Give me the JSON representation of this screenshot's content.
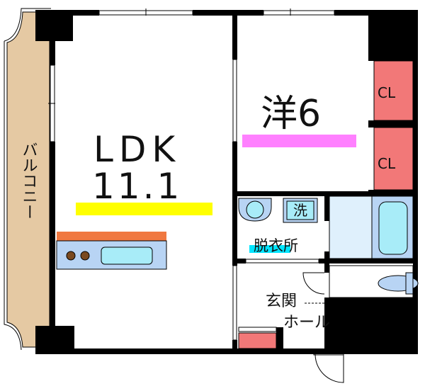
{
  "plan": {
    "balcony": {
      "label": "バルコニー"
    },
    "ldk": {
      "label": "LDK",
      "size": "11.1",
      "marker_color": "#ffff00"
    },
    "western_room": {
      "label": "洋6",
      "marker_color": "#ff80ff"
    },
    "closets": [
      {
        "label": "CL"
      },
      {
        "label": "CL"
      }
    ],
    "washing_machine": {
      "label": "洗"
    },
    "dressing_room": {
      "label": "脱衣所",
      "marker_color": "#00e5ff"
    },
    "entrance": {
      "label_line1": "玄関",
      "label_line2": "ホール"
    },
    "colors": {
      "wall": "#000000",
      "balcony": "#e5c9a3",
      "closet": "#f27878",
      "fixture": "#b8d4f4",
      "water": "#a8ecf8",
      "kitchen_top": "#f07840"
    }
  }
}
